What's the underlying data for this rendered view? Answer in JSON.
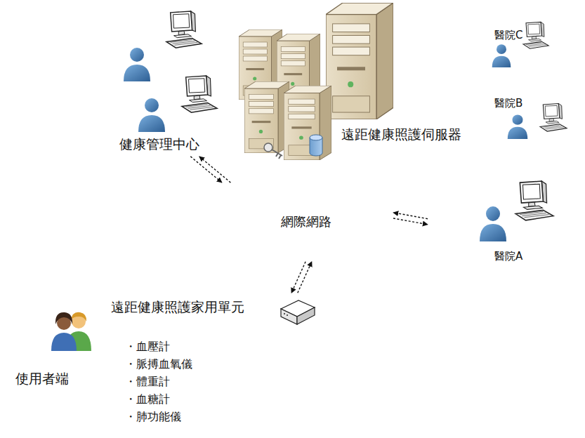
{
  "diagram": {
    "nodes": [
      {
        "text": [
          "遠距健康照護伺服器"
        ]
      },
      {
        "text": [
          "健康管理中心"
        ],
        "in": 0
      },
      {
        "text": [
          "醫院C"
        ]
      },
      {
        "text": [
          "醫院B"
        ]
      },
      {
        "text": [
          "網際網路"
        ]
      },
      {
        "text": [
          "醫院A"
        ]
      },
      {
        "text": [
          "使用者端",
          "・血壓計",
          "・脈搏血氧儀",
          "・體重計",
          "・血糖計",
          "・肺功能儀"
        ]
      },
      {
        "text": [
          "遠距健康照護家用單元"
        ],
        "in": 6
      }
    ],
    "edges": [
      {
        "from": 1,
        "to": 4,
        "arrow": "to"
      },
      {
        "from": 4,
        "to": 1,
        "arrow": "to"
      },
      {
        "from": 4,
        "to": 5,
        "arrow": "to"
      },
      {
        "from": 5,
        "to": 4,
        "arrow": "to"
      },
      {
        "from": 4,
        "to": 7,
        "arrow": "to"
      },
      {
        "from": 7,
        "to": 4,
        "arrow": "to"
      }
    ]
  }
}
